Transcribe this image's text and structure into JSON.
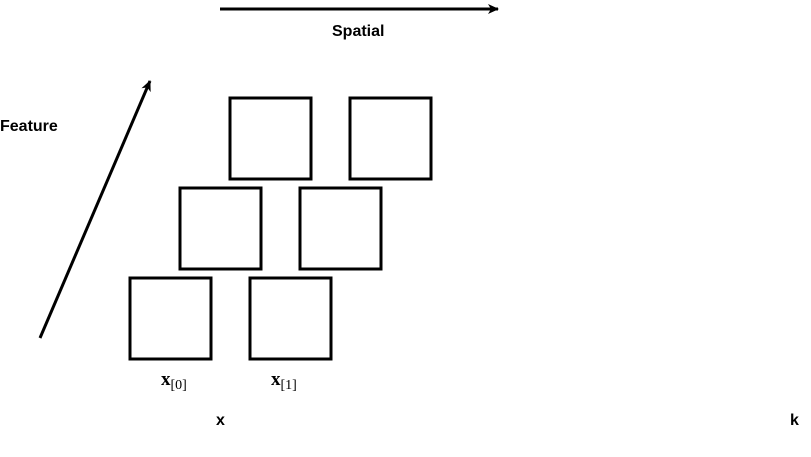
{
  "axes": {
    "spatial_label": "Spatial",
    "feature_label": "Feature"
  },
  "vectors": {
    "x0": {
      "base": "x",
      "subscript": "[0]"
    },
    "x1": {
      "base": "x",
      "subscript": "[1]"
    }
  },
  "bottom_labels": {
    "x_label": "x",
    "k_label": "k"
  },
  "colors": {
    "stroke": "#000000",
    "background": "#ffffff"
  }
}
